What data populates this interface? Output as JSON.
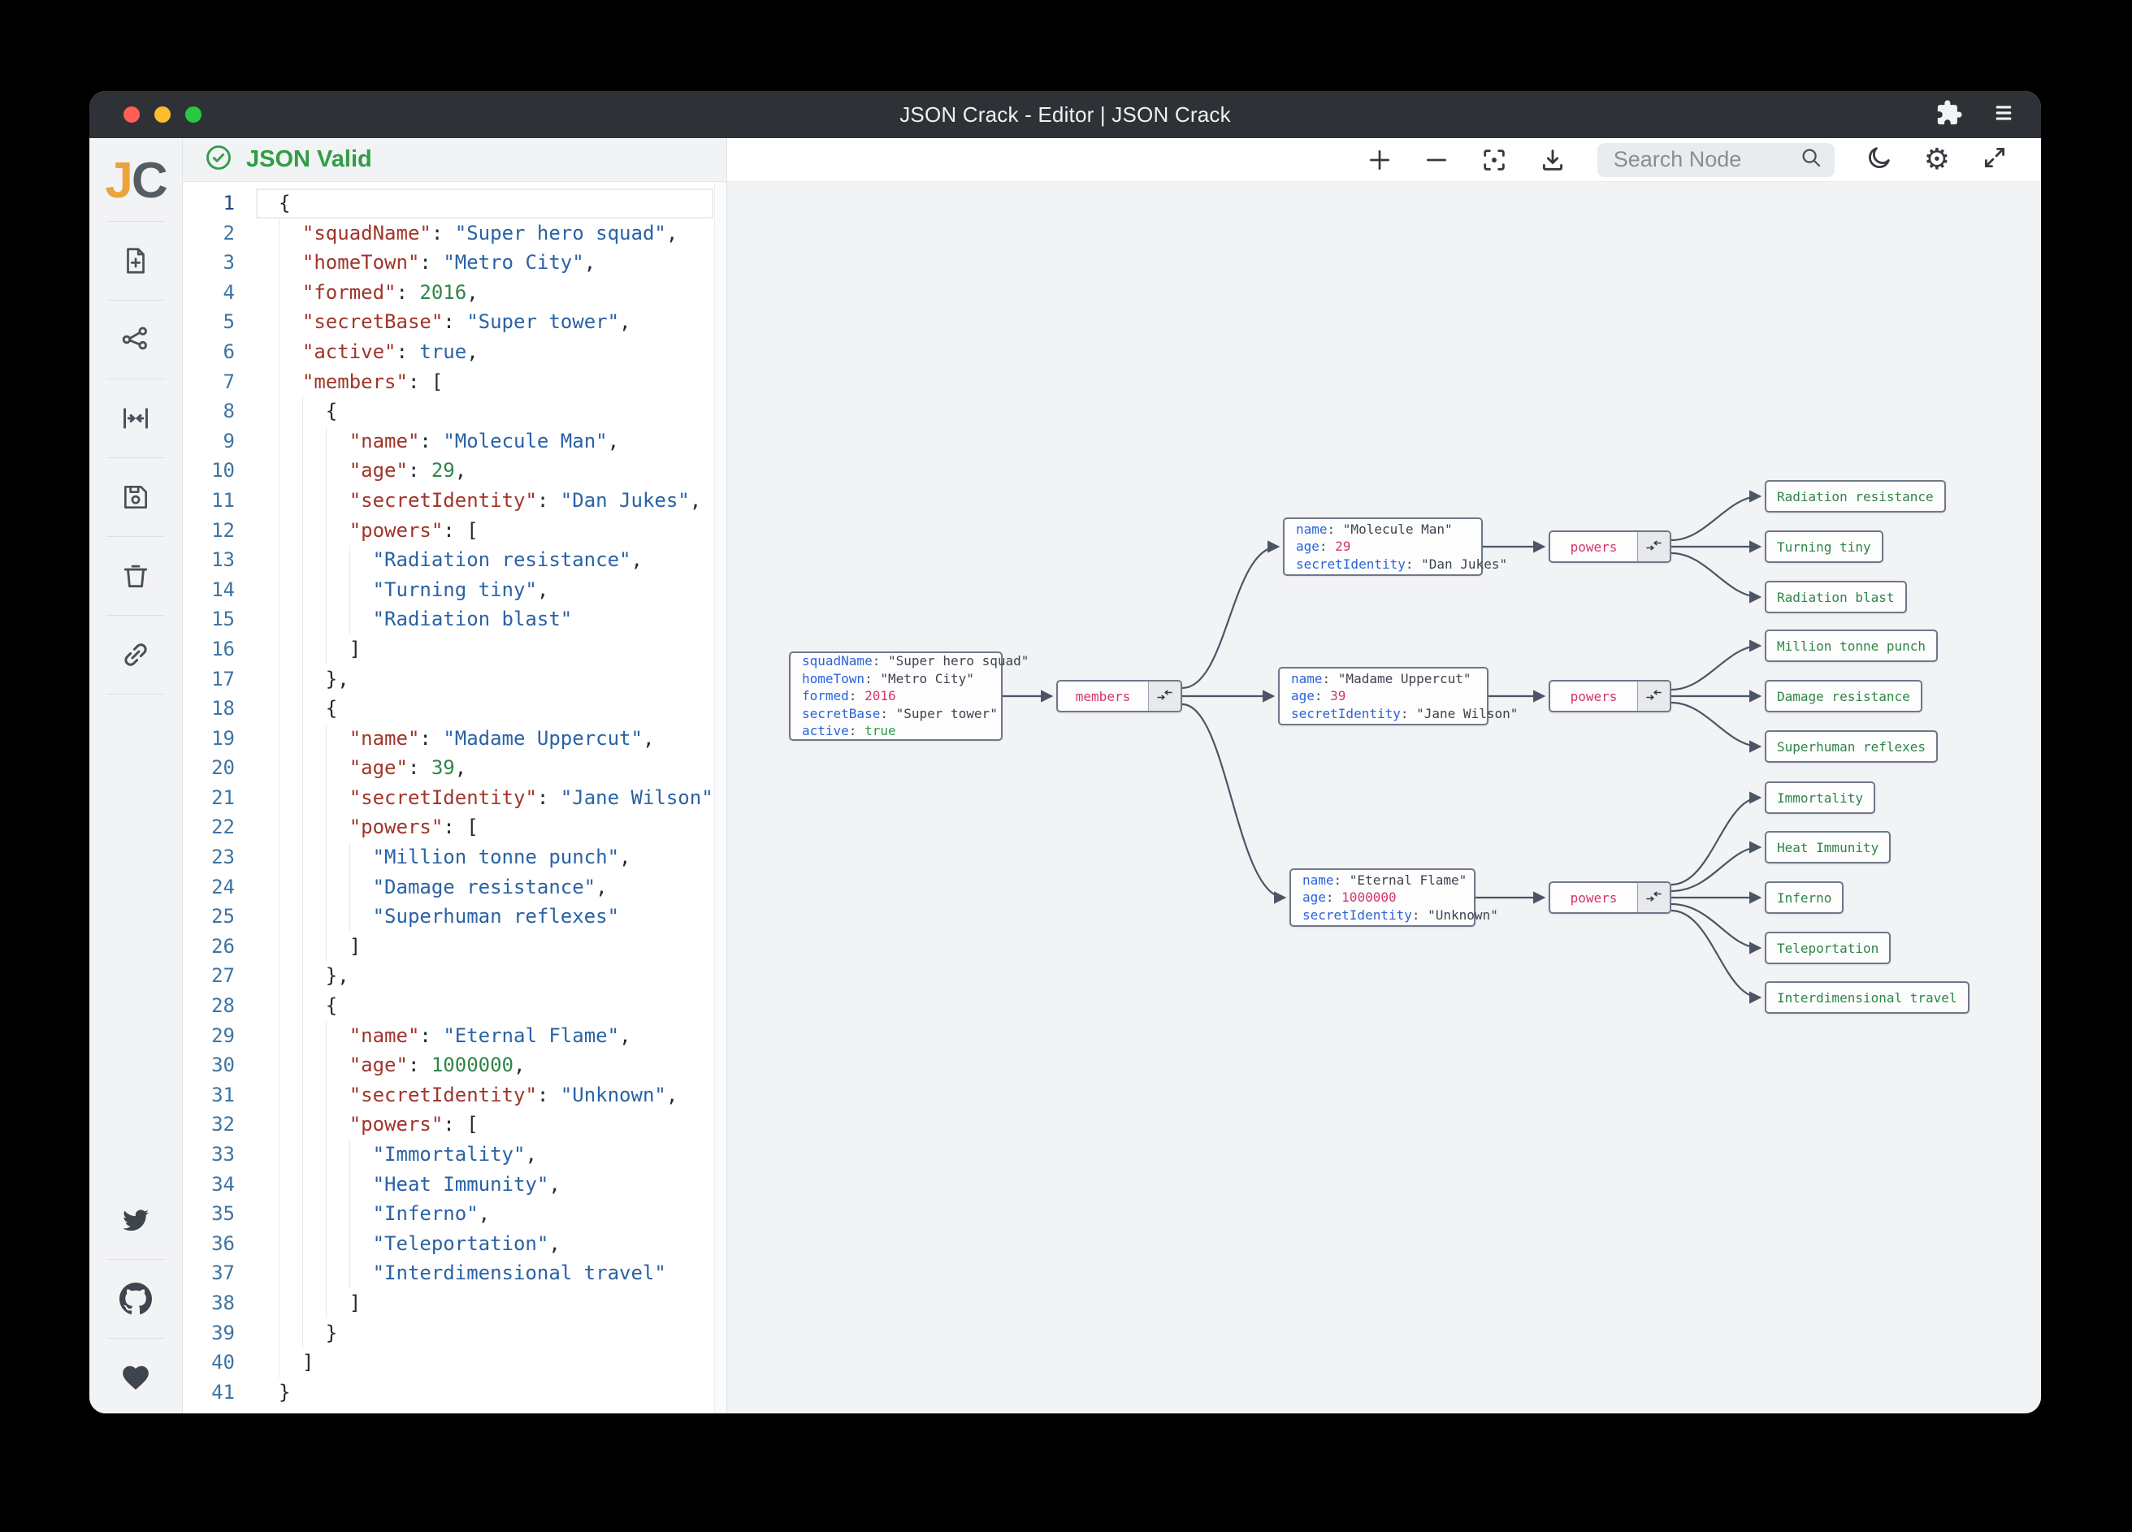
{
  "window": {
    "title": "JSON Crack - Editor | JSON Crack"
  },
  "titlebar_icons": [
    "extension-puzzle-icon",
    "menu-icon"
  ],
  "sidebar": {
    "logo": {
      "j": "J",
      "c": "C"
    },
    "tools": [
      "new-document",
      "share-graph",
      "collapse-width",
      "save",
      "delete",
      "copy-link"
    ],
    "social": [
      "twitter",
      "github",
      "sponsor-heart"
    ]
  },
  "status": {
    "valid_label": "JSON Valid"
  },
  "toolbar": {
    "icons": [
      "zoom-in",
      "zoom-out",
      "center-focus",
      "download",
      "dark-mode-moon",
      "settings-gear",
      "fullscreen"
    ],
    "search_placeholder": "Search Node"
  },
  "colors": {
    "valid_green": "#2f9e44",
    "editor_key": "#a0352a",
    "editor_string": "#2a62a5",
    "editor_number": "#2f8548",
    "node_key_blue": "#2b63d9",
    "node_pink": "#d6336c",
    "node_value_green": "#2f9e44",
    "edge": "#4b5565",
    "titlebar": "#2e3237"
  },
  "editor": {
    "lines": [
      {
        "n": 1,
        "i": 0,
        "t": [
          [
            "p",
            "{"
          ]
        ]
      },
      {
        "n": 2,
        "i": 2,
        "t": [
          [
            "p",
            "  "
          ],
          [
            "k",
            "\"squadName\""
          ],
          [
            "p",
            ": "
          ],
          [
            "s",
            "\"Super hero squad\""
          ],
          [
            "p",
            ","
          ]
        ]
      },
      {
        "n": 3,
        "i": 2,
        "t": [
          [
            "p",
            "  "
          ],
          [
            "k",
            "\"homeTown\""
          ],
          [
            "p",
            ": "
          ],
          [
            "s",
            "\"Metro City\""
          ],
          [
            "p",
            ","
          ]
        ]
      },
      {
        "n": 4,
        "i": 2,
        "t": [
          [
            "p",
            "  "
          ],
          [
            "k",
            "\"formed\""
          ],
          [
            "p",
            ": "
          ],
          [
            "n",
            "2016"
          ],
          [
            "p",
            ","
          ]
        ]
      },
      {
        "n": 5,
        "i": 2,
        "t": [
          [
            "p",
            "  "
          ],
          [
            "k",
            "\"secretBase\""
          ],
          [
            "p",
            ": "
          ],
          [
            "s",
            "\"Super tower\""
          ],
          [
            "p",
            ","
          ]
        ]
      },
      {
        "n": 6,
        "i": 2,
        "t": [
          [
            "p",
            "  "
          ],
          [
            "k",
            "\"active\""
          ],
          [
            "p",
            ": "
          ],
          [
            "b",
            "true"
          ],
          [
            "p",
            ","
          ]
        ]
      },
      {
        "n": 7,
        "i": 2,
        "t": [
          [
            "p",
            "  "
          ],
          [
            "k",
            "\"members\""
          ],
          [
            "p",
            ": ["
          ]
        ]
      },
      {
        "n": 8,
        "i": 4,
        "t": [
          [
            "p",
            "    {"
          ]
        ]
      },
      {
        "n": 9,
        "i": 6,
        "t": [
          [
            "p",
            "      "
          ],
          [
            "k",
            "\"name\""
          ],
          [
            "p",
            ": "
          ],
          [
            "s",
            "\"Molecule Man\""
          ],
          [
            "p",
            ","
          ]
        ]
      },
      {
        "n": 10,
        "i": 6,
        "t": [
          [
            "p",
            "      "
          ],
          [
            "k",
            "\"age\""
          ],
          [
            "p",
            ": "
          ],
          [
            "n",
            "29"
          ],
          [
            "p",
            ","
          ]
        ]
      },
      {
        "n": 11,
        "i": 6,
        "t": [
          [
            "p",
            "      "
          ],
          [
            "k",
            "\"secretIdentity\""
          ],
          [
            "p",
            ": "
          ],
          [
            "s",
            "\"Dan Jukes\""
          ],
          [
            "p",
            ","
          ]
        ]
      },
      {
        "n": 12,
        "i": 6,
        "t": [
          [
            "p",
            "      "
          ],
          [
            "k",
            "\"powers\""
          ],
          [
            "p",
            ": ["
          ]
        ]
      },
      {
        "n": 13,
        "i": 8,
        "t": [
          [
            "p",
            "        "
          ],
          [
            "s",
            "\"Radiation resistance\""
          ],
          [
            "p",
            ","
          ]
        ]
      },
      {
        "n": 14,
        "i": 8,
        "t": [
          [
            "p",
            "        "
          ],
          [
            "s",
            "\"Turning tiny\""
          ],
          [
            "p",
            ","
          ]
        ]
      },
      {
        "n": 15,
        "i": 8,
        "t": [
          [
            "p",
            "        "
          ],
          [
            "s",
            "\"Radiation blast\""
          ]
        ]
      },
      {
        "n": 16,
        "i": 6,
        "t": [
          [
            "p",
            "      ]"
          ]
        ]
      },
      {
        "n": 17,
        "i": 4,
        "t": [
          [
            "p",
            "    },"
          ]
        ]
      },
      {
        "n": 18,
        "i": 4,
        "t": [
          [
            "p",
            "    {"
          ]
        ]
      },
      {
        "n": 19,
        "i": 6,
        "t": [
          [
            "p",
            "      "
          ],
          [
            "k",
            "\"name\""
          ],
          [
            "p",
            ": "
          ],
          [
            "s",
            "\"Madame Uppercut\""
          ],
          [
            "p",
            ","
          ]
        ]
      },
      {
        "n": 20,
        "i": 6,
        "t": [
          [
            "p",
            "      "
          ],
          [
            "k",
            "\"age\""
          ],
          [
            "p",
            ": "
          ],
          [
            "n",
            "39"
          ],
          [
            "p",
            ","
          ]
        ]
      },
      {
        "n": 21,
        "i": 6,
        "t": [
          [
            "p",
            "      "
          ],
          [
            "k",
            "\"secretIdentity\""
          ],
          [
            "p",
            ": "
          ],
          [
            "s",
            "\"Jane Wilson\""
          ],
          [
            "p",
            ","
          ]
        ]
      },
      {
        "n": 22,
        "i": 6,
        "t": [
          [
            "p",
            "      "
          ],
          [
            "k",
            "\"powers\""
          ],
          [
            "p",
            ": ["
          ]
        ]
      },
      {
        "n": 23,
        "i": 8,
        "t": [
          [
            "p",
            "        "
          ],
          [
            "s",
            "\"Million tonne punch\""
          ],
          [
            "p",
            ","
          ]
        ]
      },
      {
        "n": 24,
        "i": 8,
        "t": [
          [
            "p",
            "        "
          ],
          [
            "s",
            "\"Damage resistance\""
          ],
          [
            "p",
            ","
          ]
        ]
      },
      {
        "n": 25,
        "i": 8,
        "t": [
          [
            "p",
            "        "
          ],
          [
            "s",
            "\"Superhuman reflexes\""
          ]
        ]
      },
      {
        "n": 26,
        "i": 6,
        "t": [
          [
            "p",
            "      ]"
          ]
        ]
      },
      {
        "n": 27,
        "i": 4,
        "t": [
          [
            "p",
            "    },"
          ]
        ]
      },
      {
        "n": 28,
        "i": 4,
        "t": [
          [
            "p",
            "    {"
          ]
        ]
      },
      {
        "n": 29,
        "i": 6,
        "t": [
          [
            "p",
            "      "
          ],
          [
            "k",
            "\"name\""
          ],
          [
            "p",
            ": "
          ],
          [
            "s",
            "\"Eternal Flame\""
          ],
          [
            "p",
            ","
          ]
        ]
      },
      {
        "n": 30,
        "i": 6,
        "t": [
          [
            "p",
            "      "
          ],
          [
            "k",
            "\"age\""
          ],
          [
            "p",
            ": "
          ],
          [
            "n",
            "1000000"
          ],
          [
            "p",
            ","
          ]
        ]
      },
      {
        "n": 31,
        "i": 6,
        "t": [
          [
            "p",
            "      "
          ],
          [
            "k",
            "\"secretIdentity\""
          ],
          [
            "p",
            ": "
          ],
          [
            "s",
            "\"Unknown\""
          ],
          [
            "p",
            ","
          ]
        ]
      },
      {
        "n": 32,
        "i": 6,
        "t": [
          [
            "p",
            "      "
          ],
          [
            "k",
            "\"powers\""
          ],
          [
            "p",
            ": ["
          ]
        ]
      },
      {
        "n": 33,
        "i": 8,
        "t": [
          [
            "p",
            "        "
          ],
          [
            "s",
            "\"Immortality\""
          ],
          [
            "p",
            ","
          ]
        ]
      },
      {
        "n": 34,
        "i": 8,
        "t": [
          [
            "p",
            "        "
          ],
          [
            "s",
            "\"Heat Immunity\""
          ],
          [
            "p",
            ","
          ]
        ]
      },
      {
        "n": 35,
        "i": 8,
        "t": [
          [
            "p",
            "        "
          ],
          [
            "s",
            "\"Inferno\""
          ],
          [
            "p",
            ","
          ]
        ]
      },
      {
        "n": 36,
        "i": 8,
        "t": [
          [
            "p",
            "        "
          ],
          [
            "s",
            "\"Teleportation\""
          ],
          [
            "p",
            ","
          ]
        ]
      },
      {
        "n": 37,
        "i": 8,
        "t": [
          [
            "p",
            "        "
          ],
          [
            "s",
            "\"Interdimensional travel\""
          ]
        ]
      },
      {
        "n": 38,
        "i": 6,
        "t": [
          [
            "p",
            "      ]"
          ]
        ]
      },
      {
        "n": 39,
        "i": 4,
        "t": [
          [
            "p",
            "    }"
          ]
        ]
      },
      {
        "n": 40,
        "i": 2,
        "t": [
          [
            "p",
            "  ]"
          ]
        ]
      },
      {
        "n": 41,
        "i": 0,
        "t": [
          [
            "p",
            "}"
          ]
        ]
      }
    ]
  },
  "graph": {
    "root_rows": [
      {
        "k": "squadName",
        "v": "\"Super hero squad\"",
        "t": "s"
      },
      {
        "k": "homeTown",
        "v": "\"Metro City\"",
        "t": "s"
      },
      {
        "k": "formed",
        "v": "2016",
        "t": "n"
      },
      {
        "k": "secretBase",
        "v": "\"Super tower\"",
        "t": "s"
      },
      {
        "k": "active",
        "v": "true",
        "t": "b"
      }
    ],
    "members_label": "members",
    "powers_label": "powers",
    "members": [
      [
        {
          "k": "name",
          "v": "\"Molecule Man\"",
          "t": "s"
        },
        {
          "k": "age",
          "v": "29",
          "t": "n"
        },
        {
          "k": "secretIdentity",
          "v": "\"Dan Jukes\"",
          "t": "s"
        }
      ],
      [
        {
          "k": "name",
          "v": "\"Madame Uppercut\"",
          "t": "s"
        },
        {
          "k": "age",
          "v": "39",
          "t": "n"
        },
        {
          "k": "secretIdentity",
          "v": "\"Jane Wilson\"",
          "t": "s"
        }
      ],
      [
        {
          "k": "name",
          "v": "\"Eternal Flame\"",
          "t": "s"
        },
        {
          "k": "age",
          "v": "1000000",
          "t": "n"
        },
        {
          "k": "secretIdentity",
          "v": "\"Unknown\"",
          "t": "s"
        }
      ]
    ],
    "powers_leaves": [
      [
        "Radiation resistance",
        "Turning tiny",
        "Radiation blast"
      ],
      [
        "Million tonne punch",
        "Damage resistance",
        "Superhuman reflexes"
      ],
      [
        "Immortality",
        "Heat Immunity",
        "Inferno",
        "Teleportation",
        "Interdimensional travel"
      ]
    ]
  }
}
